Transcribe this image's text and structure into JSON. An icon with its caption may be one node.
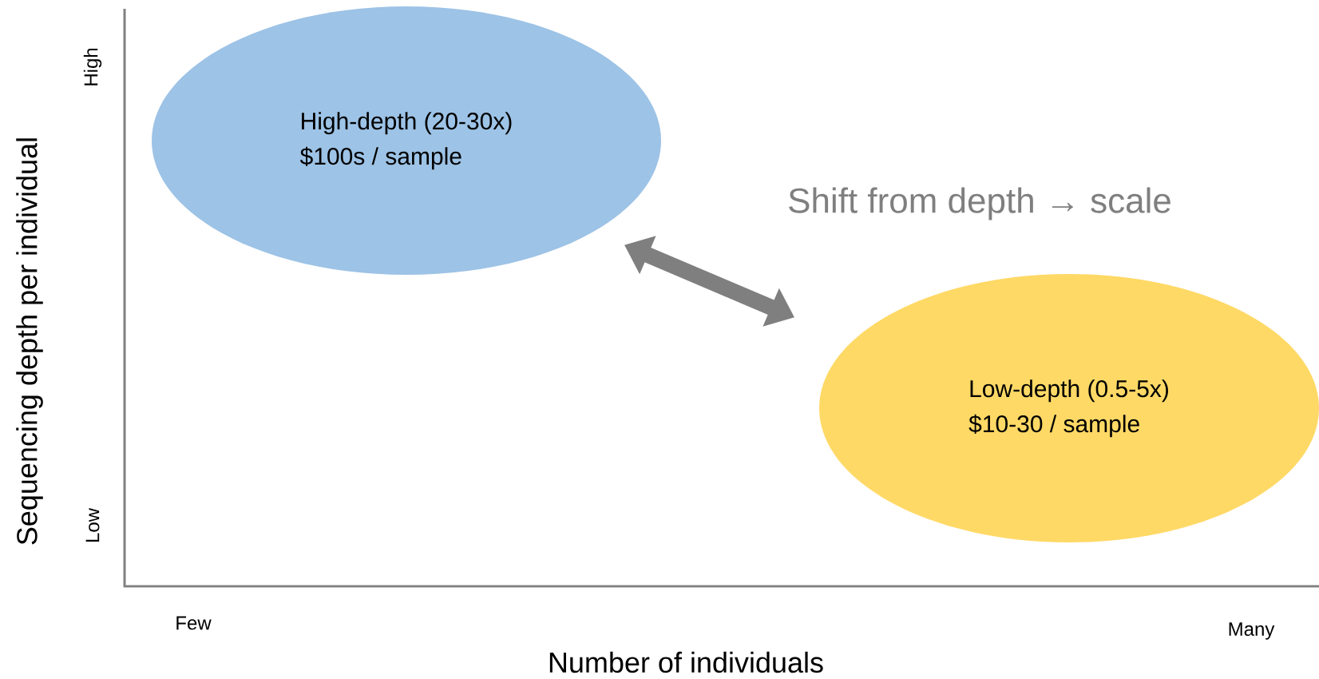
{
  "diagram": {
    "nodes": [
      {
        "text": [
          "High-depth (20-30x)",
          "$100s / sample"
        ]
      },
      {
        "text": [
          "Low-depth (0.5-5x)",
          "$10-30 / sample"
        ]
      }
    ],
    "edges": [
      {
        "from": 0,
        "to": 1,
        "arrow": "both",
        "color": "#7f7f7f"
      }
    ],
    "labels": [
      "Sequencing depth per individual",
      "High",
      "Shift from depth → scale",
      "Low",
      "Few",
      "Many",
      "Number of individuals"
    ]
  }
}
